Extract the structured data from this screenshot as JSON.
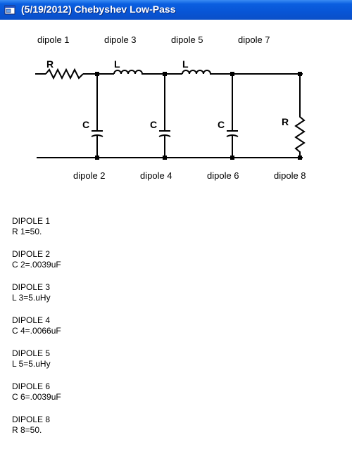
{
  "window": {
    "title": "(5/19/2012) Chebyshev Low-Pass",
    "icon": "app-window-icon",
    "title_bar_color": "#0855d6"
  },
  "circuit": {
    "top_labels": [
      "dipole 1",
      "dipole 3",
      "dipole 5",
      "dipole 7"
    ],
    "bottom_labels": [
      "dipole 2",
      "dipole 4",
      "dipole 6",
      "dipole 8"
    ],
    "component_labels": {
      "r1": "R",
      "l3": "L",
      "l5": "L",
      "c2": "C",
      "c4": "C",
      "c6": "C",
      "r8": "R"
    }
  },
  "dipoles": [
    {
      "name": "DIPOLE 1",
      "value": "R 1=50."
    },
    {
      "name": "DIPOLE 2",
      "value": "C 2=.0039uF"
    },
    {
      "name": "DIPOLE 3",
      "value": "L 3=5.uHy"
    },
    {
      "name": "DIPOLE 4",
      "value": "C 4=.0066uF"
    },
    {
      "name": "DIPOLE 5",
      "value": "L 5=5.uHy"
    },
    {
      "name": "DIPOLE 6",
      "value": "C 6=.0039uF"
    },
    {
      "name": "DIPOLE 8",
      "value": "R 8=50."
    }
  ]
}
